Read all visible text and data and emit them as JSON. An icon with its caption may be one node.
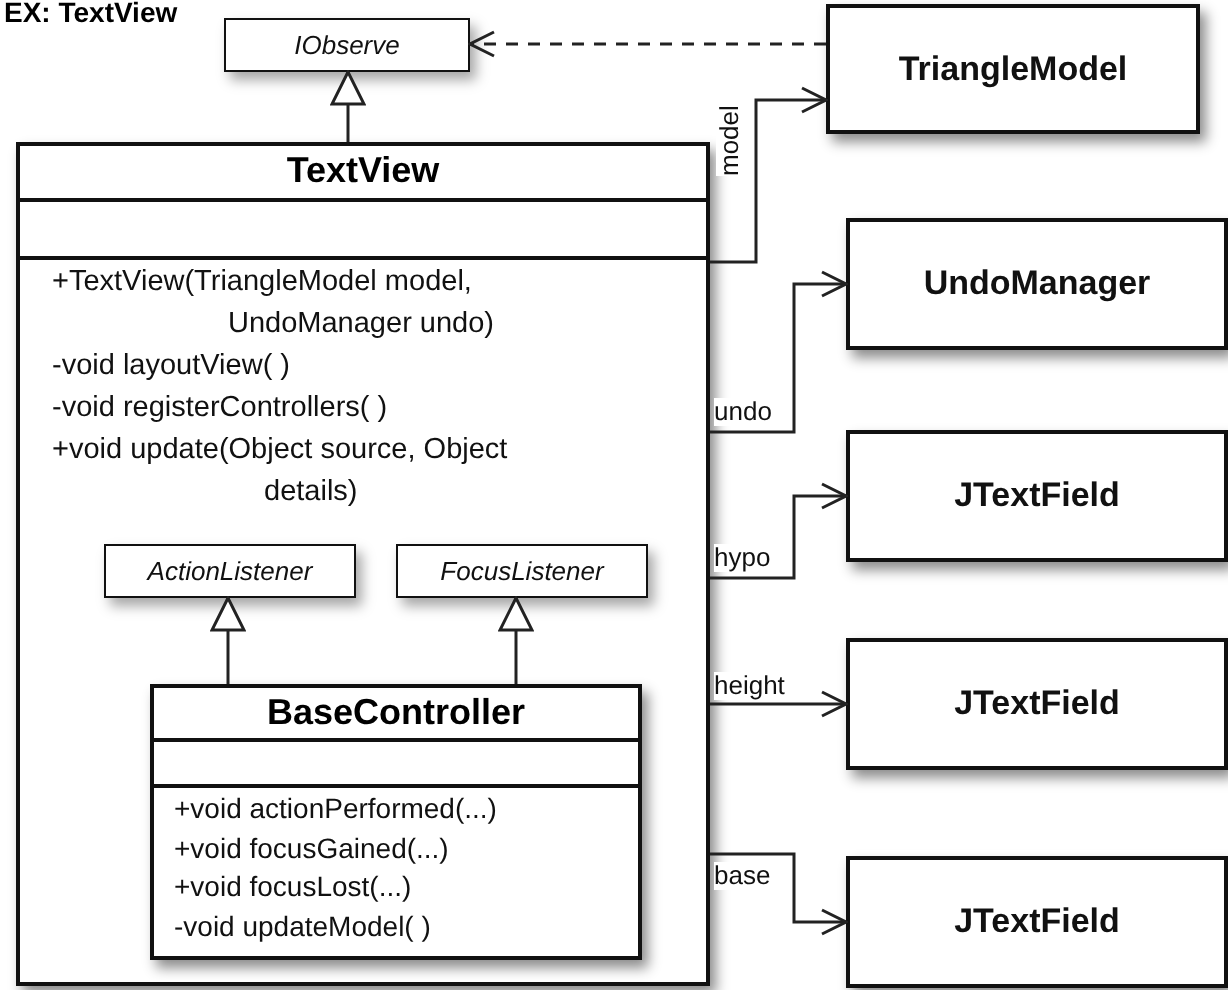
{
  "diagram": {
    "title": "EX: TextView",
    "nodes": [
      {
        "text": [
          "IObserve"
        ]
      },
      {
        "text": [
          "TriangleModel"
        ]
      },
      {
        "text": [
          "TextView",
          "+TextView(TriangleModel model, UndoManager undo)",
          "-void layoutView( )",
          "-void registerControllers( )",
          "+void update(Object source, Object details)"
        ]
      },
      {
        "text": [
          "ActionListener"
        ],
        "in": 2
      },
      {
        "text": [
          "FocusListener"
        ],
        "in": 2
      },
      {
        "text": [
          "BaseController",
          "+void actionPerformed(...)",
          "+void focusGained(...)",
          "+void focusLost(...)",
          "-void updateModel( )"
        ],
        "in": 2
      },
      {
        "text": [
          "UndoManager"
        ]
      },
      {
        "text": [
          "JTextField"
        ]
      },
      {
        "text": [
          "JTextField"
        ]
      },
      {
        "text": [
          "JTextField"
        ]
      }
    ],
    "edges": [
      {
        "from": 1,
        "to": 0,
        "arrow": "to",
        "style": "dashed"
      },
      {
        "from": 2,
        "to": 0,
        "arrow": "to"
      },
      {
        "from": 5,
        "to": 3,
        "arrow": "to"
      },
      {
        "from": 5,
        "to": 4,
        "arrow": "to"
      },
      {
        "from": 2,
        "to": 1,
        "arrow": "to",
        "label": "model"
      },
      {
        "from": 2,
        "to": 6,
        "arrow": "to",
        "label": "undo"
      },
      {
        "from": 2,
        "to": 7,
        "arrow": "to",
        "label": "hypo"
      },
      {
        "from": 2,
        "to": 8,
        "arrow": "to",
        "label": "height"
      },
      {
        "from": 2,
        "to": 9,
        "arrow": "to",
        "label": "base"
      }
    ]
  }
}
